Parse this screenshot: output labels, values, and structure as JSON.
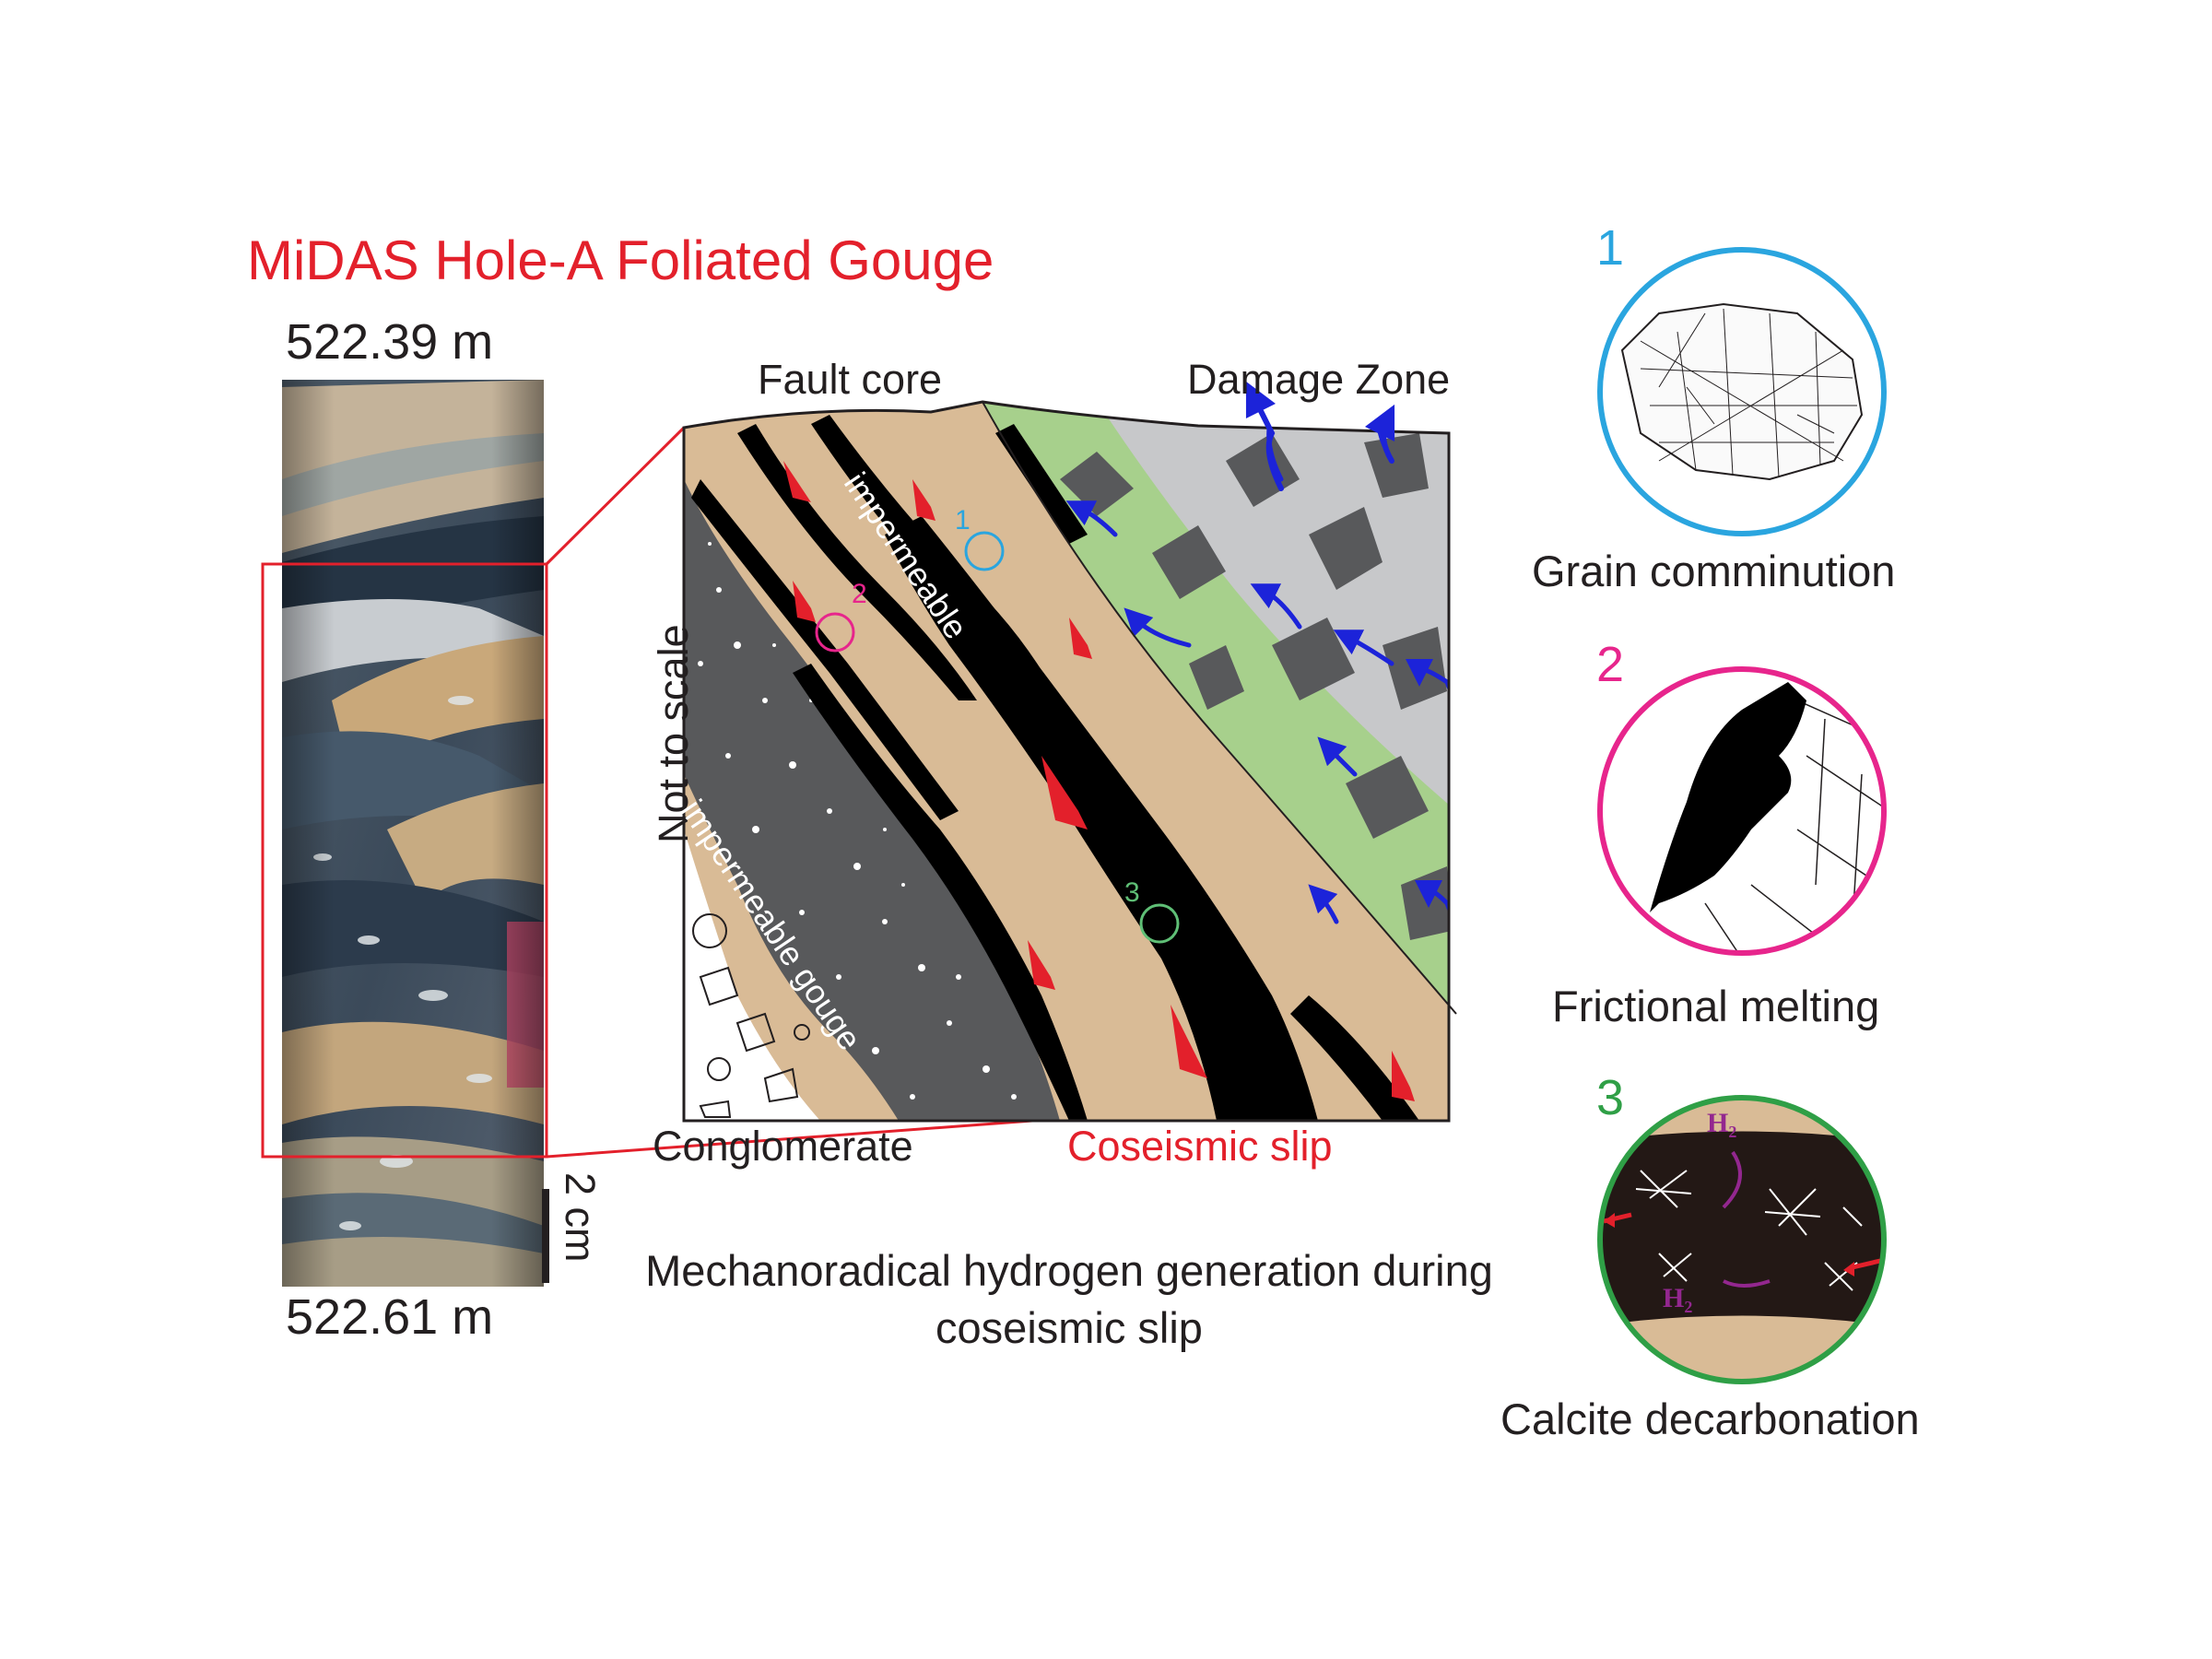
{
  "figure": {
    "title": "MiDAS Hole-A Foliated Gouge",
    "depth_top": "522.39 m",
    "depth_bottom": "522.61 m",
    "scale_bar": "2 cm",
    "caption": "Mechanoradical hydrogen generation during coseismic slip"
  },
  "schematic": {
    "fault_core": "Fault core",
    "damage_zone": "Damage Zone",
    "not_to_scale": "Not to scale",
    "impermeable": "impermeable",
    "impermeable_gouge": "impermeable gouge",
    "conglomerate": "Conglomerate",
    "coseismic_slip": "Coseismic slip",
    "positions": [
      "1",
      "2",
      "3"
    ]
  },
  "insets": [
    {
      "number": "1",
      "label": "Grain comminution",
      "color": "#2aa5df"
    },
    {
      "number": "2",
      "label": "Frictional melting",
      "color": "#e7258c"
    },
    {
      "number": "3",
      "label": "Calcite decarbonation",
      "color": "#2f9f46",
      "gas": "H₂"
    }
  ],
  "colors": {
    "title": "#e3202b",
    "gouge_matrix": "#d9bb96",
    "black_seams": "#000000",
    "dark_gouge": "#58595b",
    "damage_green": "#a7d08c",
    "damage_grey": "#c7c8ca",
    "fluid_arrows": "#1c23d9",
    "slip_arrows": "#e3202b"
  }
}
